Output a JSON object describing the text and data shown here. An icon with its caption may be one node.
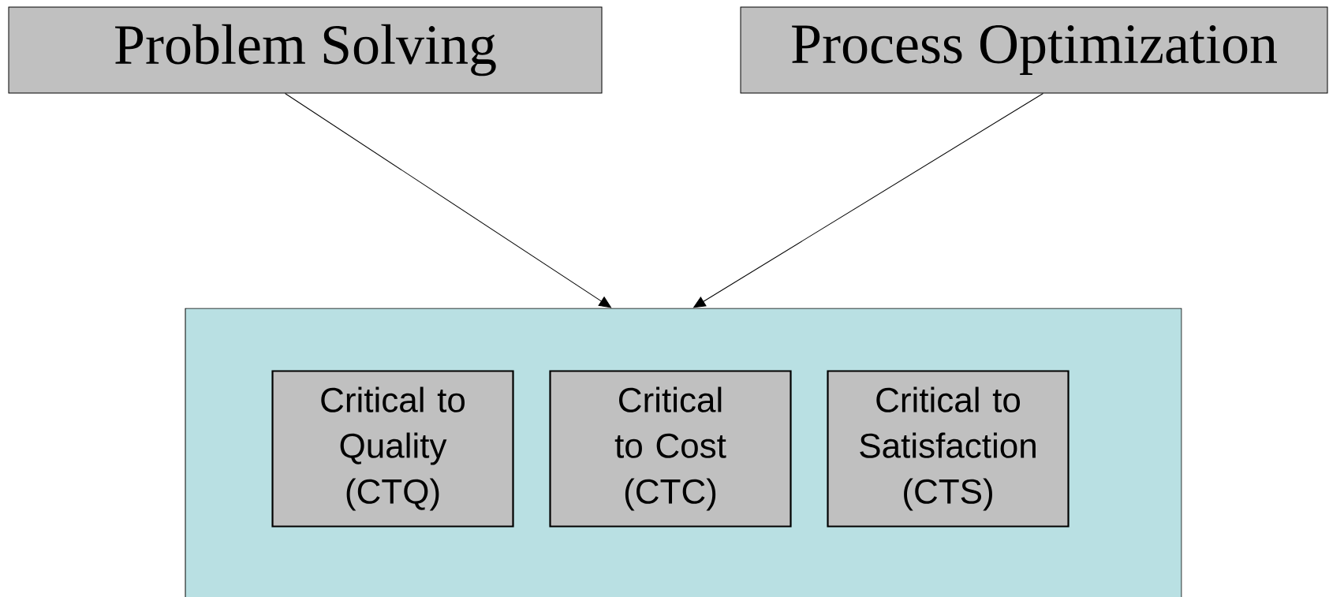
{
  "diagram": {
    "nodes": [
      {
        "text": [
          "Problem Solving"
        ]
      },
      {
        "text": [
          "Process Optimization"
        ]
      },
      {
        "text": [],
        "shape": "box"
      },
      {
        "text": [
          "Critical to Quality (CTQ)"
        ],
        "in": 2
      },
      {
        "text": [
          "Critical to Cost (CTC)"
        ],
        "in": 2
      },
      {
        "text": [
          "Critical to Satisfaction (CTS)"
        ],
        "in": 2
      }
    ],
    "edges": [
      {
        "from": 0,
        "to": 2,
        "arrow": "to"
      },
      {
        "from": 1,
        "to": 2,
        "arrow": "to"
      }
    ]
  }
}
